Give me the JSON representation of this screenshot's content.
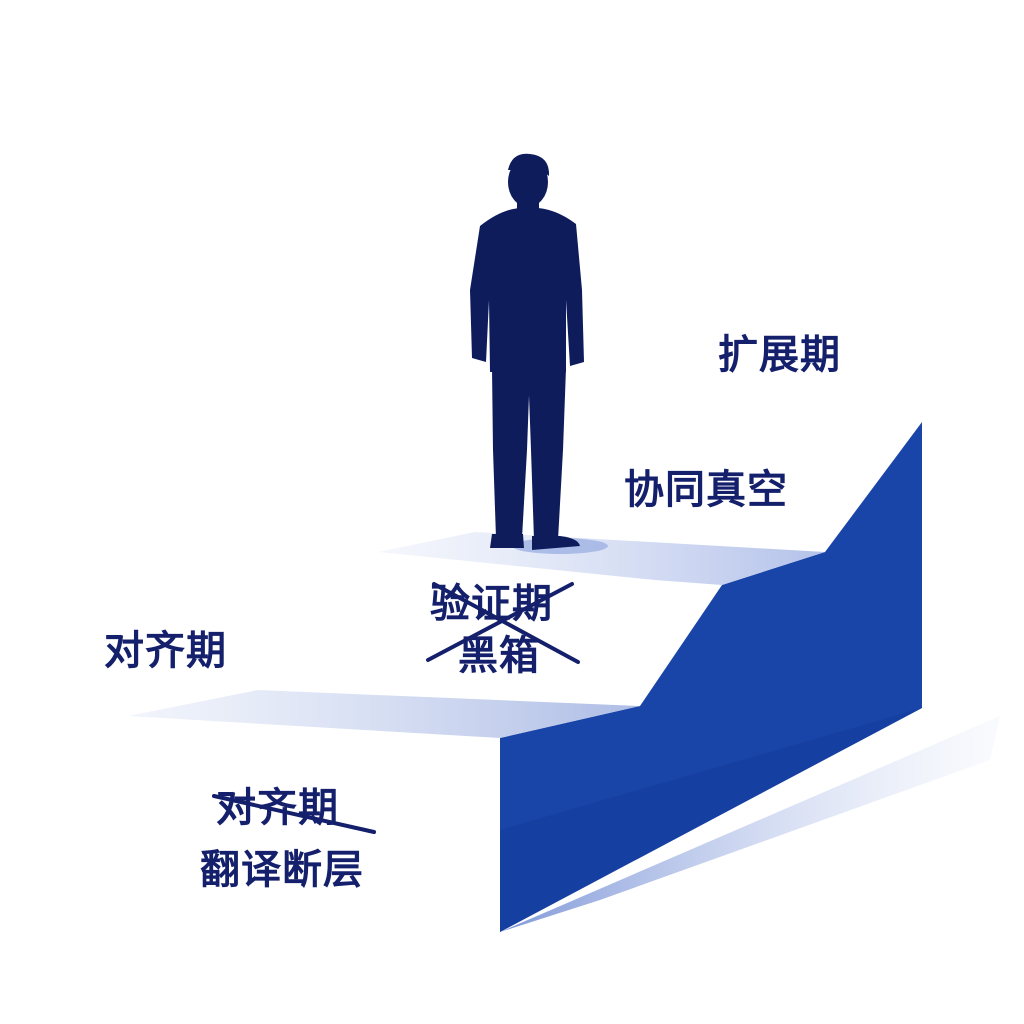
{
  "stages": {
    "bottom": {
      "crossed_label": "对齐期",
      "label": "翻译断层"
    },
    "lower_step": {
      "label": "对齐期"
    },
    "middle": {
      "crossed_label": "验证期",
      "label": "黑箱"
    },
    "upper": {
      "label": "协同真空"
    },
    "top": {
      "label": "扩展期"
    }
  },
  "colors": {
    "text": "#14206b",
    "figure": "#0f1c5c",
    "stair_blue": "#1a45a8",
    "stair_blue_dark": "#123a9a",
    "shadow_light": "#c9d3ef"
  },
  "icons": {
    "figure": "businessman-silhouette-icon"
  }
}
